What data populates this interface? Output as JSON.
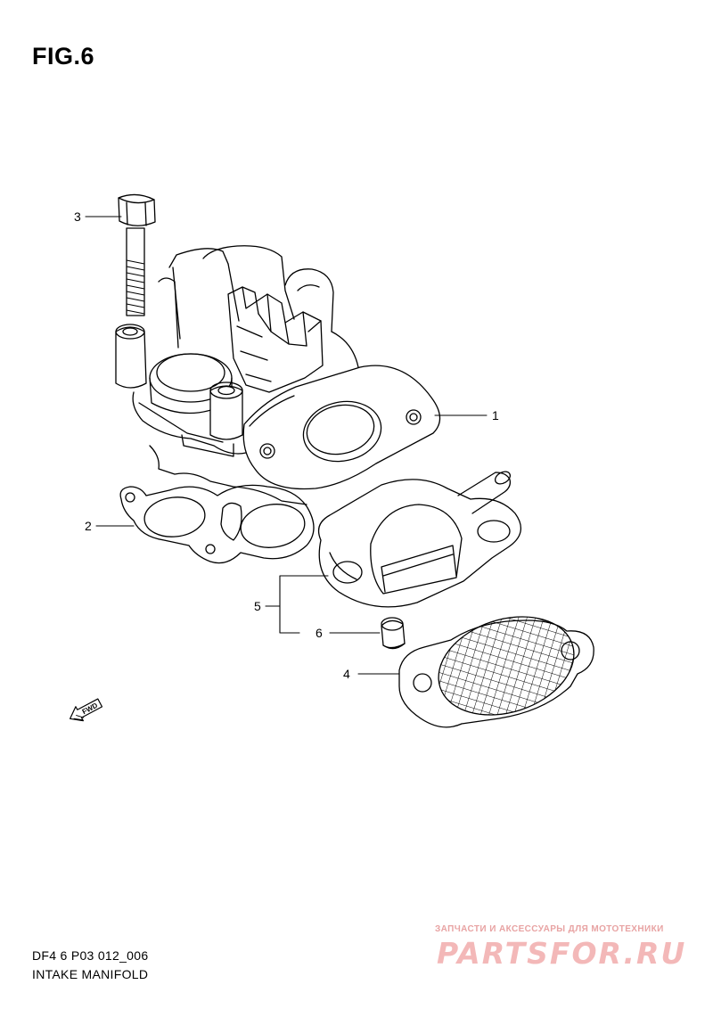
{
  "figure": {
    "title": "FIG.6"
  },
  "callouts": [
    {
      "id": "1",
      "label": "1"
    },
    {
      "id": "2",
      "label": "2"
    },
    {
      "id": "3",
      "label": "3"
    },
    {
      "id": "4",
      "label": "4"
    },
    {
      "id": "5",
      "label": "5"
    },
    {
      "id": "6",
      "label": "6"
    }
  ],
  "direction_marker": {
    "label": "FWD",
    "icon": "fwd-arrow-icon"
  },
  "footer": {
    "model_code": "DF4 6 P03 012_006",
    "section_name": "INTAKE MANIFOLD"
  },
  "watermark": {
    "tagline": "ЗАПЧАСТИ И АКСЕССУАРЫ ДЛЯ МОТОТЕХНИКИ",
    "site": "PARTSFOR.RU",
    "color": "#f3b8b8"
  }
}
